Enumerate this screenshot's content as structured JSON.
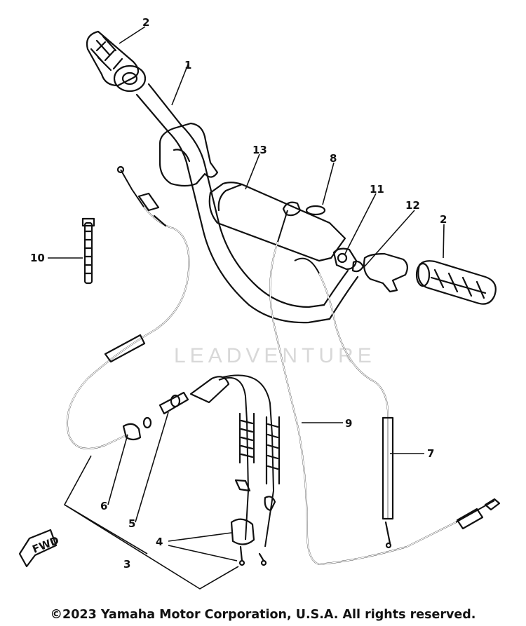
{
  "callouts": [
    {
      "id": "1",
      "text": "1"
    },
    {
      "id": "2a",
      "text": "2"
    },
    {
      "id": "2b",
      "text": "2"
    },
    {
      "id": "3",
      "text": "3"
    },
    {
      "id": "4",
      "text": "4"
    },
    {
      "id": "5",
      "text": "5"
    },
    {
      "id": "6",
      "text": "6"
    },
    {
      "id": "7",
      "text": "7"
    },
    {
      "id": "8",
      "text": "8"
    },
    {
      "id": "9",
      "text": "9"
    },
    {
      "id": "10",
      "text": "10"
    },
    {
      "id": "11",
      "text": "11"
    },
    {
      "id": "12",
      "text": "12"
    },
    {
      "id": "13",
      "text": "13"
    }
  ],
  "fwd_label": "FWD",
  "watermark": "LEADVENTURE",
  "copyright": "©2023 Yamaha Motor Corporation, U.S.A. All rights reserved."
}
